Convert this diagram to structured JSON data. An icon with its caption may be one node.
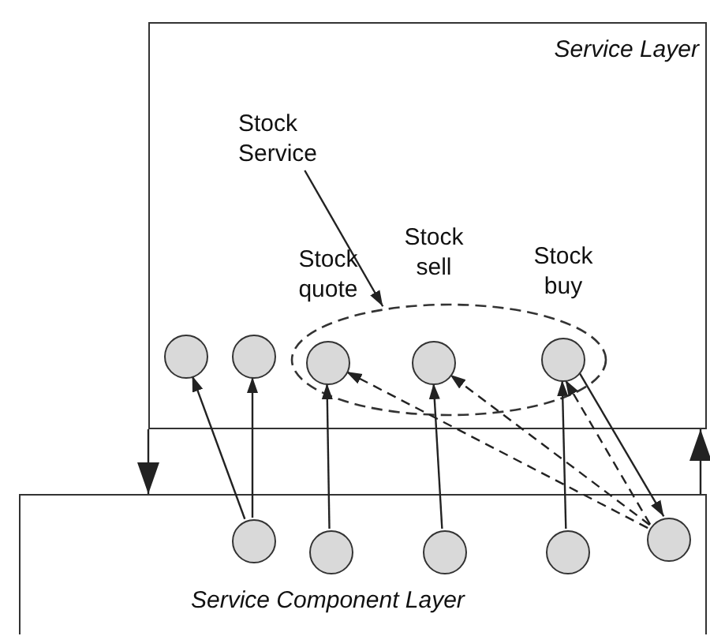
{
  "diagram": {
    "nodes": [
      {
        "text": [
          "Service Layer"
        ]
      },
      {
        "text": [
          "Stock Service"
        ],
        "in": 0
      },
      {
        "text": [],
        "shape": "ellipse",
        "in": 0
      },
      {
        "text": [],
        "shape": "circle",
        "in": 0
      },
      {
        "text": [],
        "shape": "circle",
        "in": 0
      },
      {
        "text": [
          "Stock quote"
        ],
        "in": 2
      },
      {
        "text": [
          "Stock sell"
        ],
        "in": 2
      },
      {
        "text": [
          "Stock buy"
        ],
        "in": 2
      },
      {
        "text": [
          "Service Component Layer"
        ]
      },
      {
        "text": [],
        "shape": "circle",
        "in": 8
      },
      {
        "text": [],
        "shape": "circle",
        "in": 8
      },
      {
        "text": [],
        "shape": "circle",
        "in": 8
      },
      {
        "text": [],
        "shape": "circle",
        "in": 8
      },
      {
        "text": [],
        "shape": "circle",
        "in": 8
      }
    ],
    "edges": [
      {
        "from": 1,
        "to": 2,
        "arrow": "to"
      },
      {
        "from": 9,
        "to": 3,
        "arrow": "to"
      },
      {
        "from": 9,
        "to": 4,
        "arrow": "to"
      },
      {
        "from": 10,
        "to": 5,
        "arrow": "to"
      },
      {
        "from": 11,
        "to": 6,
        "arrow": "to"
      },
      {
        "from": 12,
        "to": 7,
        "arrow": "to"
      },
      {
        "from": 7,
        "to": 13,
        "arrow": "to"
      },
      {
        "from": 13,
        "to": 5,
        "arrow": "to",
        "style": "dashed"
      },
      {
        "from": 13,
        "to": 6,
        "arrow": "to",
        "style": "dashed"
      },
      {
        "from": 13,
        "to": 7,
        "arrow": "to",
        "style": "dashed"
      },
      {
        "from": 0,
        "to": 8,
        "arrow": "to"
      },
      {
        "from": 8,
        "to": 0,
        "arrow": "to"
      }
    ]
  }
}
